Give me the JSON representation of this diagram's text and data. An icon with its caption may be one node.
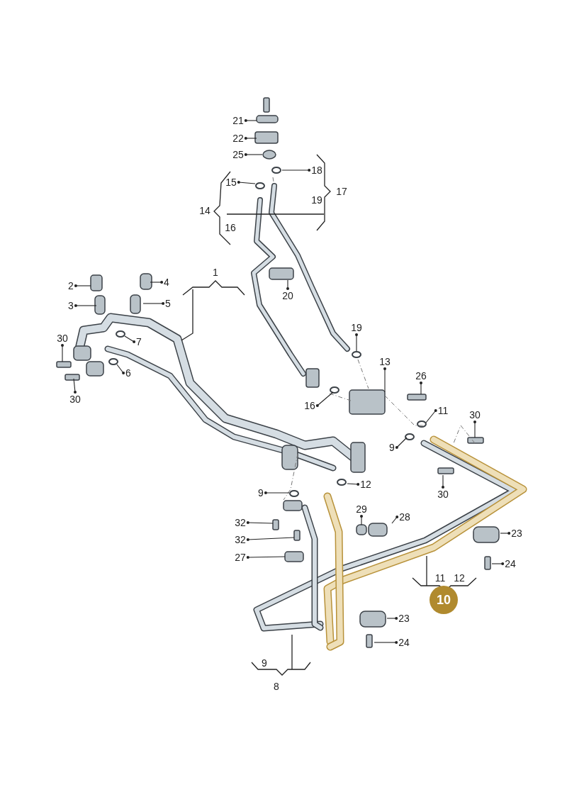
{
  "diagram": {
    "nodes": [
      {
        "text": [
          "21"
        ]
      },
      {
        "text": [
          "22"
        ]
      },
      {
        "text": [
          "25"
        ]
      },
      {
        "text": [
          "18"
        ]
      },
      {
        "text": [
          "15"
        ]
      },
      {
        "text": [
          "2"
        ]
      },
      {
        "text": [
          "3"
        ]
      },
      {
        "text": [
          "4"
        ]
      },
      {
        "text": [
          "5"
        ]
      },
      {
        "text": [
          "7"
        ]
      },
      {
        "text": [
          "6"
        ]
      },
      {
        "text": [
          "30"
        ]
      },
      {
        "text": [
          "30"
        ]
      },
      {
        "text": [
          "20"
        ]
      },
      {
        "text": [
          "19"
        ]
      },
      {
        "text": [
          "13"
        ]
      },
      {
        "text": [
          "16"
        ]
      },
      {
        "text": [
          "26"
        ]
      },
      {
        "text": [
          "11"
        ]
      },
      {
        "text": [
          "9"
        ]
      },
      {
        "text": [
          "30"
        ]
      },
      {
        "text": [
          "30"
        ]
      },
      {
        "text": [
          "12"
        ]
      },
      {
        "text": [
          "9"
        ]
      },
      {
        "text": [
          "32"
        ]
      },
      {
        "text": [
          "32"
        ]
      },
      {
        "text": [
          "27"
        ]
      },
      {
        "text": [
          "29"
        ]
      },
      {
        "text": [
          "28"
        ]
      },
      {
        "text": [
          "23"
        ]
      },
      {
        "text": [
          "24"
        ]
      },
      {
        "text": [
          "23"
        ]
      },
      {
        "text": [
          "24"
        ]
      },
      {
        "text": [
          "10"
        ]
      }
    ],
    "edges": [
      {
        "from": 0,
        "to": null,
        "arrow": "other"
      },
      {
        "from": 1,
        "to": null,
        "arrow": "other"
      },
      {
        "from": 2,
        "to": null,
        "arrow": "other"
      },
      {
        "from": 3,
        "to": null,
        "arrow": "other"
      },
      {
        "from": 4,
        "to": null,
        "arrow": "other"
      },
      {
        "from": 5,
        "to": null,
        "arrow": "other"
      },
      {
        "from": 6,
        "to": null,
        "arrow": "other"
      },
      {
        "from": 7,
        "to": null,
        "arrow": "other"
      },
      {
        "from": 8,
        "to": null,
        "arrow": "other"
      },
      {
        "from": 9,
        "to": null,
        "arrow": "other"
      },
      {
        "from": 10,
        "to": null,
        "arrow": "other"
      },
      {
        "from": 11,
        "to": null,
        "arrow": "other"
      },
      {
        "from": 12,
        "to": null,
        "arrow": "other"
      },
      {
        "from": 13,
        "to": null,
        "arrow": "other"
      },
      {
        "from": 14,
        "to": null,
        "arrow": "other"
      },
      {
        "from": 15,
        "to": null,
        "arrow": "other"
      },
      {
        "from": 16,
        "to": null,
        "arrow": "other"
      },
      {
        "from": 17,
        "to": null,
        "arrow": "other"
      },
      {
        "from": 18,
        "to": null,
        "arrow": "other"
      },
      {
        "from": 19,
        "to": null,
        "arrow": "other"
      },
      {
        "from": 20,
        "to": null,
        "arrow": "other"
      },
      {
        "from": 21,
        "to": null,
        "arrow": "other"
      },
      {
        "from": 22,
        "to": null,
        "arrow": "other"
      },
      {
        "from": 23,
        "to": null,
        "arrow": "other"
      },
      {
        "from": 24,
        "to": null,
        "arrow": "other"
      },
      {
        "from": 25,
        "to": null,
        "arrow": "other"
      },
      {
        "from": 26,
        "to": null,
        "arrow": "other"
      },
      {
        "from": 27,
        "to": null,
        "arrow": "other"
      },
      {
        "from": 28,
        "to": null,
        "arrow": "other"
      },
      {
        "from": 29,
        "to": null,
        "arrow": "other"
      },
      {
        "from": 30,
        "to": null,
        "arrow": "other"
      },
      {
        "from": 31,
        "to": null,
        "arrow": "other"
      },
      {
        "from": 32,
        "to": null,
        "arrow": "other"
      }
    ],
    "labels": [
      "14",
      "16",
      "19",
      "17",
      "1",
      "11",
      "12",
      "9",
      "8"
    ]
  }
}
